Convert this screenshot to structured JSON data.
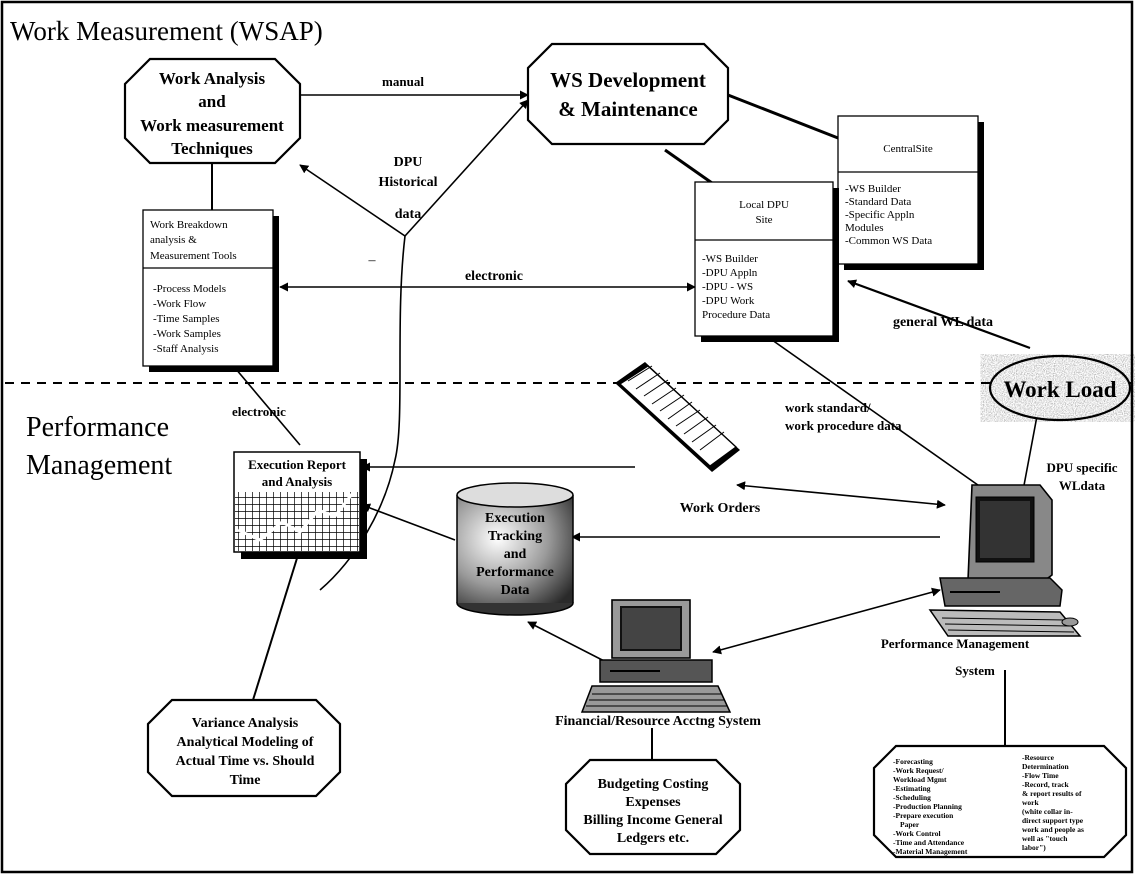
{
  "sections": {
    "top": "Work Measurement (WSAP)",
    "bottom_line1": "Performance",
    "bottom_line2": "Management"
  },
  "nodes": {
    "work_analysis": [
      "Work Analysis",
      "and",
      "Work measurement",
      "Techniques"
    ],
    "ws_dev": [
      "WS Development",
      "& Maintenance"
    ],
    "central_site": {
      "title": "CentralSite",
      "items": [
        "-WS Builder",
        "-Standard Data",
        "-Specific Appln",
        "Modules",
        "-Common WS Data"
      ]
    },
    "local_dpu": {
      "title": [
        "Local DPU",
        "Site"
      ],
      "items": [
        "-WS Builder",
        "-DPU Appln",
        "-DPU - WS",
        "-DPU Work",
        "Procedure Data"
      ]
    },
    "wbs": {
      "title": [
        "Work Breakdown",
        "analysis &",
        "Measurement Tools"
      ],
      "items": [
        "-Process Models",
        "-Work Flow",
        "-Time Samples",
        "-Work Samples",
        "-Staff Analysis"
      ]
    },
    "work_load": "Work Load",
    "execution_report": [
      "Execution Report",
      "and Analysis"
    ],
    "execution_tracking": [
      "Execution",
      "Tracking",
      "and",
      "Performance",
      "Data"
    ],
    "work_orders": "Work Orders",
    "pms": [
      "Performance Management",
      "System"
    ],
    "financial": "Financial/Resource Acctng System",
    "variance": [
      "Variance Analysis",
      "Analytical Modeling of",
      "Actual Time vs. Should",
      "Time"
    ],
    "budgeting": [
      "Budgeting Costing",
      "Expenses",
      "Billing Income General",
      "Ledgers etc."
    ],
    "pms_features_left": [
      "-Forecasting",
      "-Work Request/",
      "Workload Mgmt",
      "-Estimating",
      "-Scheduling",
      "-Production Planning",
      "-Prepare execution",
      "Paper",
      "-Work Control",
      "-Time and Attendance",
      "-Material Management"
    ],
    "pms_features_right": [
      "-Resource",
      "Determination",
      "-Flow Time",
      "-Record, track",
      "& report results of",
      "work",
      "(white collar in-",
      "direct support type",
      "work and people as",
      "well as \"touch",
      "labor\")"
    ]
  },
  "labels": {
    "manual": "manual",
    "dpu_hist": [
      "DPU",
      "Historical",
      "data"
    ],
    "dash": "–",
    "electronic_mid": "electronic",
    "electronic_left": "electronic",
    "general_wl": "general WL data",
    "work_standard": [
      "work standard/",
      "work procedure data"
    ],
    "dpu_specific": [
      "DPU specific",
      "WLdata"
    ]
  }
}
